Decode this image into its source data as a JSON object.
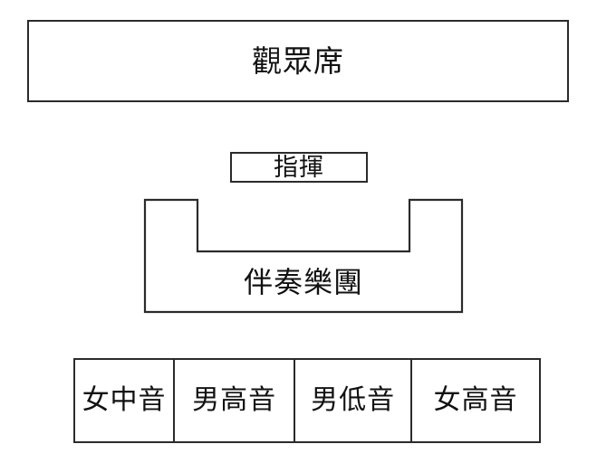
{
  "diagram": {
    "title_text_language": "zh-Hant",
    "background_color": "#ffffff",
    "stroke_color": "#2b2b2b",
    "text_color": "#111111",
    "audience": {
      "label": "觀眾席"
    },
    "conductor": {
      "label": "指揮"
    },
    "orchestra_pit": {
      "label": "伴奏樂團",
      "shape": "u-shape"
    },
    "voice_parts": {
      "cells": [
        {
          "label": "女中音"
        },
        {
          "label": "男高音"
        },
        {
          "label": "男低音"
        },
        {
          "label": "女高音"
        }
      ]
    }
  }
}
